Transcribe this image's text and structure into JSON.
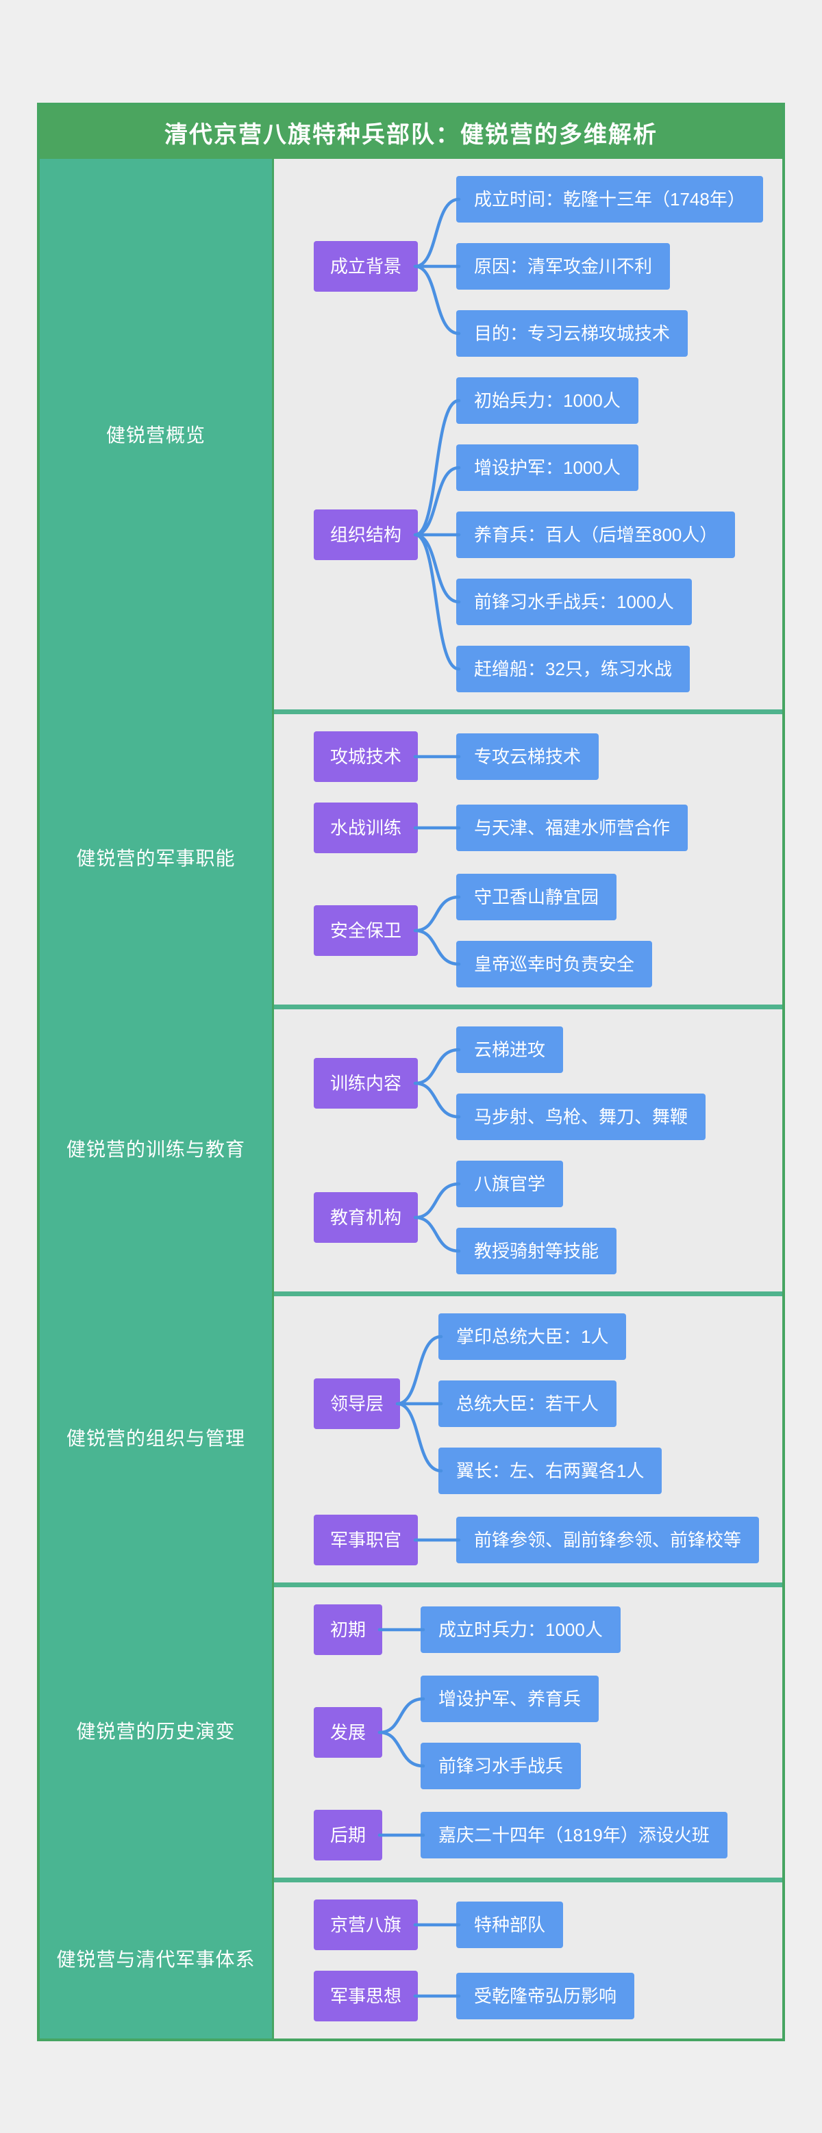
{
  "title": "清代京营八旗特种兵部队：健锐营的多维解析",
  "colors": {
    "header_green": "#4ba55f",
    "sidebar_teal": "#4ab592",
    "separator_green": "#4fb38d",
    "border_green": "#46a562",
    "topic_purple": "#9164e8",
    "leaf_blue": "#5c9bef",
    "connector_blue": "#4a90e2",
    "canvas_gray": "#ebebeb",
    "page_gray": "#efefef",
    "node_text": "#ffffff"
  },
  "sections": [
    {
      "label": "健锐营概览",
      "branches": [
        {
          "topic": "成立背景",
          "children": [
            "成立时间：乾隆十三年（1748年）",
            "原因：清军攻金川不利",
            "目的：专习云梯攻城技术"
          ]
        },
        {
          "topic": "组织结构",
          "children": [
            "初始兵力：1000人",
            "增设护军：1000人",
            "养育兵：百人（后增至800人）",
            "前锋习水手战兵：1000人",
            "赶缯船：32只，练习水战"
          ]
        }
      ]
    },
    {
      "label": "健锐营的军事职能",
      "branches": [
        {
          "topic": "攻城技术",
          "children": [
            "专攻云梯技术"
          ]
        },
        {
          "topic": "水战训练",
          "children": [
            "与天津、福建水师营合作"
          ]
        },
        {
          "topic": "安全保卫",
          "children": [
            "守卫香山静宜园",
            "皇帝巡幸时负责安全"
          ]
        }
      ]
    },
    {
      "label": "健锐营的训练与教育",
      "branches": [
        {
          "topic": "训练内容",
          "children": [
            "云梯进攻",
            "马步射、鸟枪、舞刀、舞鞭"
          ]
        },
        {
          "topic": "教育机构",
          "children": [
            "八旗官学",
            "教授骑射等技能"
          ]
        }
      ]
    },
    {
      "label": "健锐营的组织与管理",
      "branches": [
        {
          "topic": "领导层",
          "children": [
            "掌印总统大臣：1人",
            "总统大臣：若干人",
            "翼长：左、右两翼各1人"
          ]
        },
        {
          "topic": "军事职官",
          "children": [
            "前锋参领、副前锋参领、前锋校等"
          ]
        }
      ]
    },
    {
      "label": "健锐营的历史演变",
      "branches": [
        {
          "topic": "初期",
          "children": [
            "成立时兵力：1000人"
          ]
        },
        {
          "topic": "发展",
          "children": [
            "增设护军、养育兵",
            "前锋习水手战兵"
          ]
        },
        {
          "topic": "后期",
          "children": [
            "嘉庆二十四年（1819年）添设火班"
          ]
        }
      ]
    },
    {
      "label": "健锐营与清代军事体系",
      "branches": [
        {
          "topic": "京营八旗",
          "children": [
            "特种部队"
          ]
        },
        {
          "topic": "军事思想",
          "children": [
            "受乾隆帝弘历影响"
          ]
        }
      ]
    }
  ]
}
